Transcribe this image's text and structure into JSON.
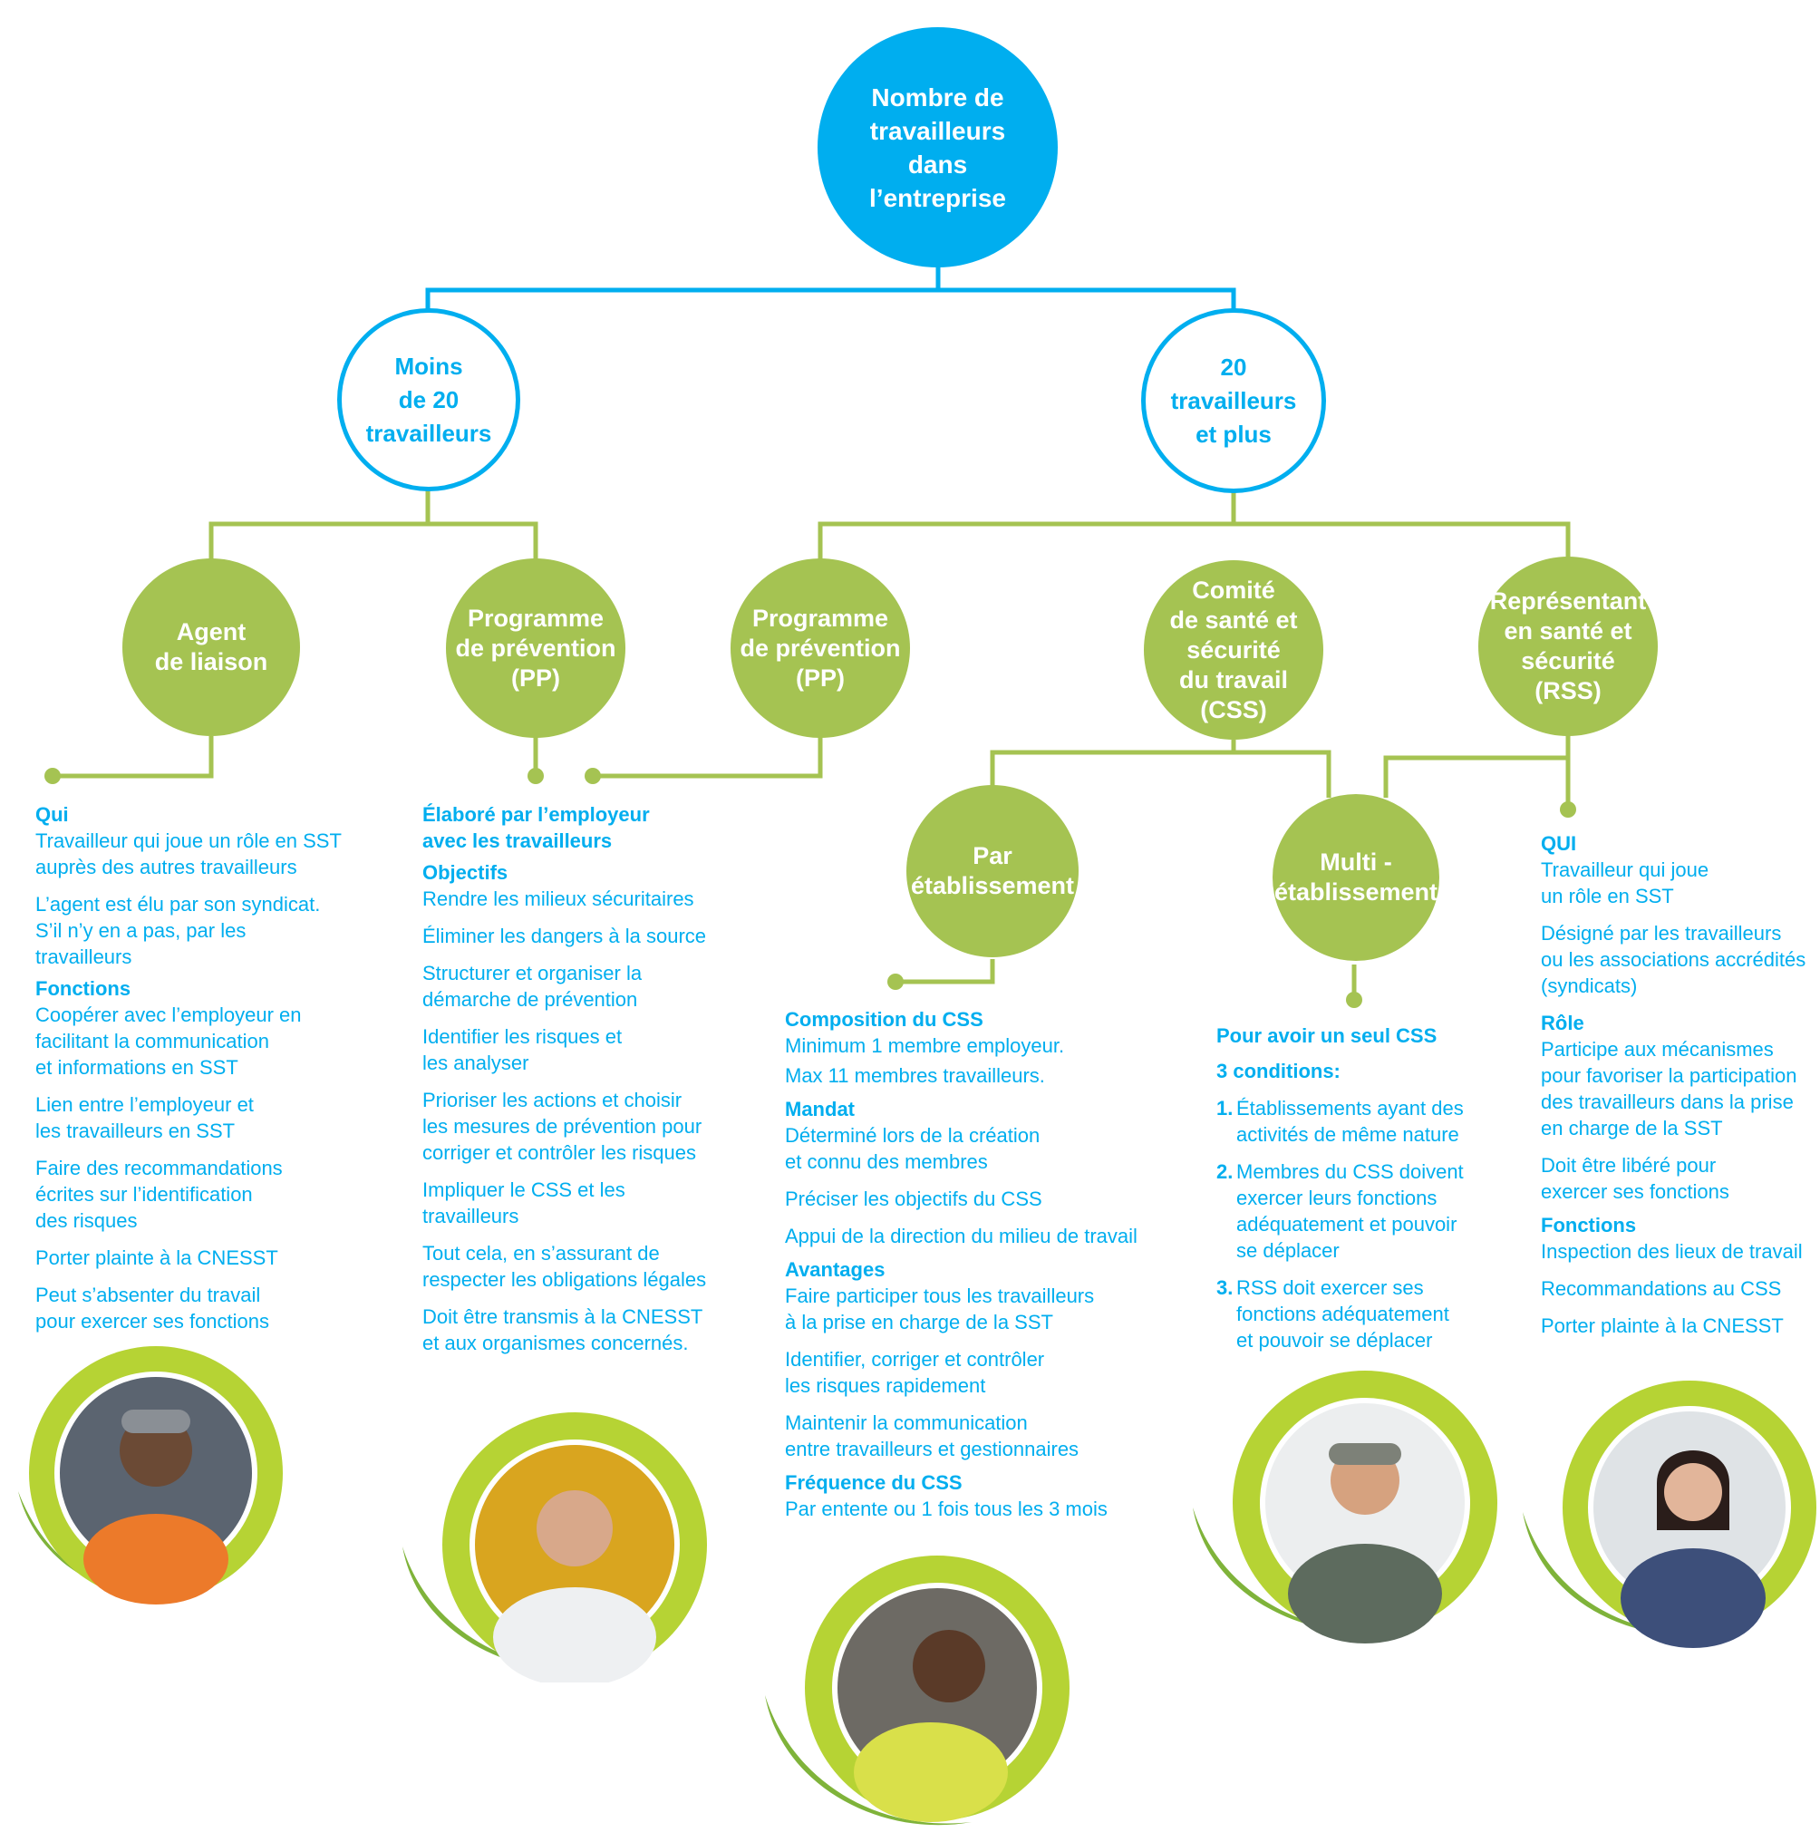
{
  "colors": {
    "blue": "#00aeef",
    "green": "#a5c352",
    "ring_green": "#b6d334",
    "white": "#ffffff"
  },
  "root": "Nombre de\ntravailleurs\ndans\nl’entreprise",
  "branches": {
    "less": "Moins\nde 20\ntravailleurs",
    "more": "20\ntravailleurs\net plus"
  },
  "nodes": {
    "agent": "Agent\nde liaison",
    "pp_left": "Programme\nde prévention\n(PP)",
    "pp_right": "Programme\nde prévention\n(PP)",
    "css": "Comité\nde santé et\nsécurité\ndu travail\n(CSS)",
    "rss": "Représentant\nen santé et\nsécurité\n(RSS)",
    "par_etab": "Par\nétablissement",
    "multi_etab": "Multi -\nétablissement"
  },
  "agent_text": {
    "qui_heading": "Qui",
    "qui_1": "Travailleur qui joue un rôle en SST\nauprès des autres travailleurs",
    "qui_2": "L’agent est élu par son syndicat.\nS’il n’y en a pas, par les travailleurs",
    "fonctions_heading": "Fonctions",
    "f1": "Coopérer avec l’employeur en\nfacilitant la communication\net informations en SST",
    "f2": "Lien entre l’employeur et\nles travailleurs en SST",
    "f3": "Faire des recommandations\nécrites sur l’identification\ndes risques",
    "f4": "Porter plainte à la CNESST",
    "f5": "Peut s’absenter du travail\npour exercer ses fonctions"
  },
  "pp_text": {
    "elabore": "Élaboré par l’employeur\navec les travailleurs",
    "objectifs_heading": "Objectifs",
    "o1": "Rendre les milieux sécuritaires",
    "o2": "Éliminer les dangers à la source",
    "o3": "Structurer et organiser la\ndémarche de prévention",
    "o4": "Identifier les risques et\nles analyser",
    "o5": "Prioriser les actions et choisir\nles mesures de prévention pour\ncorriger et contrôler les risques",
    "o6": "Impliquer le CSS et les\ntravailleurs",
    "o7": "Tout cela, en s’assurant de\nrespecter les obligations légales",
    "o8": "Doit être transmis à la CNESST\net aux organismes concernés."
  },
  "css_text": {
    "composition_heading": "Composition du CSS",
    "c1": "Minimum 1 membre employeur.",
    "c2": "Max 11 membres travailleurs.",
    "mandat_heading": "Mandat",
    "m1": "Déterminé lors de la création\net connu des membres",
    "m2": "Préciser les objectifs du CSS",
    "m3": "Appui de la direction du milieu de travail",
    "avantages_heading": "Avantages",
    "a1": "Faire participer tous les travailleurs\nà la prise en charge de la SST",
    "a2": "Identifier, corriger et contrôler\nles risques rapidement",
    "a3": "Maintenir la communication\nentre travailleurs et gestionnaires",
    "frequence_heading": "Fréquence du CSS",
    "fr1": "Par entente ou 1 fois tous les 3 mois"
  },
  "multi_text": {
    "heading": "Pour avoir un seul CSS",
    "sub": "3 conditions:",
    "n1": "1.",
    "c1": "Établissements ayant des\nactivités de même nature",
    "n2": "2.",
    "c2": "Membres du CSS doivent\nexercer leurs fonctions\nadéquatement et pouvoir\nse déplacer",
    "n3": "3.",
    "c3": "RSS doit exercer ses\nfonctions adéquatement\net pouvoir se déplacer"
  },
  "rss_text": {
    "qui_heading": "QUI",
    "q1": "Travailleur qui joue\nun rôle en SST",
    "q2": "Désigné par les travailleurs\nou les associations accrédités\n(syndicats)",
    "role_heading": "Rôle",
    "r1": "Participe aux mécanismes\npour favoriser la participation\ndes travailleurs dans la prise\nen charge de la SST",
    "r2": "Doit être libéré pour\nexercer ses fonctions",
    "fonctions_heading": "Fonctions",
    "f1": "Inspection des lieux de travail",
    "f2": "Recommandations au CSS",
    "f3": "Porter plainte à la CNESST"
  }
}
